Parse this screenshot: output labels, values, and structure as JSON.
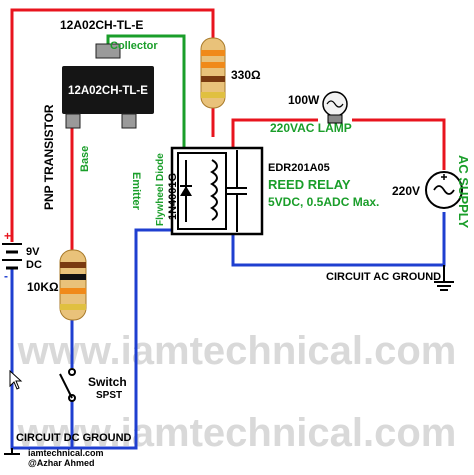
{
  "transistor": {
    "part_top": "12A02CH-TL-E",
    "part_body": "12A02CH-TL-E",
    "type_label": "PNP TRANSISTOR",
    "pin_collector": "Collector",
    "pin_base": "Base",
    "pin_emitter": "Emitter"
  },
  "resistor_top": {
    "value": "330Ω"
  },
  "resistor_base": {
    "value": "10KΩ"
  },
  "battery": {
    "plus": "+",
    "minus": "-",
    "volts": "9V",
    "kind": "DC"
  },
  "diode": {
    "line1": "Flywheel Diode",
    "line2": "1N4001G"
  },
  "relay": {
    "part": "EDR201A05",
    "name": "REED RELAY",
    "rating": "5VDC, 0.5ADC Max."
  },
  "lamp": {
    "watt": "100W",
    "label": "220VAC LAMP"
  },
  "supply": {
    "volts": "220V",
    "label": "AC SUPPLY"
  },
  "grounds": {
    "ac": "CIRCUIT AC GROUND",
    "dc": "CIRCUIT DC GROUND"
  },
  "switch": {
    "name": "Switch",
    "type": "SPST"
  },
  "credit": {
    "site": "iamtechnical.com",
    "author": "@Azhar Ahmed"
  },
  "watermark": {
    "text": "www.iamtechnical.com"
  },
  "colors": {
    "red": "#e8141e",
    "green": "#1a9e2a",
    "blue": "#1f3fd0",
    "black": "#000000",
    "label_green": "#1a9e2a"
  }
}
